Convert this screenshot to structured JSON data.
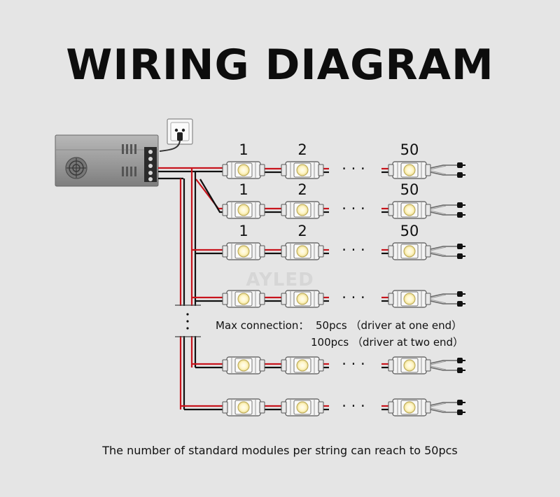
{
  "title": "WIRING DIAGRAM",
  "module_labels": {
    "first": "1",
    "second": "2",
    "last": "50"
  },
  "continuation": "· · ·",
  "watermark": "AYLED",
  "max_connection_label": "Max connection：",
  "max_one_end": "50pcs （driver at one end）",
  "max_two_end": "100pcs （driver at  two end）",
  "footer": "The number of standard modules per string can reach to 50pcs",
  "rows": [
    {
      "labeled": true
    },
    {
      "labeled": true
    },
    {
      "labeled": true
    },
    {
      "labeled": false
    },
    {
      "labeled": false
    },
    {
      "labeled": false
    }
  ],
  "colors": {
    "background": "#e5e5e5",
    "wire_red": "#c8141c",
    "wire_black": "#111111",
    "driver_gray": "#9a9a9a",
    "led_yellow": "#fff6c8"
  }
}
